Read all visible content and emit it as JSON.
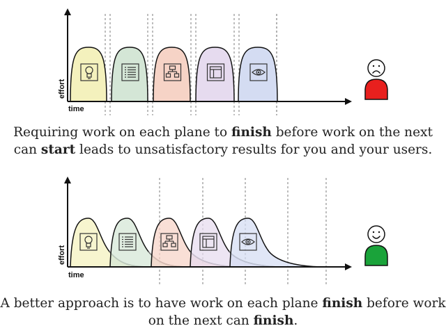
{
  "top": {
    "y_axis_label": "effort",
    "x_axis_label": "time",
    "caption": [
      {
        "text": "Requiring work on each plane to ",
        "bold": false
      },
      {
        "text": "finish",
        "bold": true
      },
      {
        "text": " before work on the next can ",
        "bold": false
      },
      {
        "text": "start",
        "bold": true
      },
      {
        "text": " leads to unsatisfactory results for you and your users.",
        "bold": false
      }
    ],
    "person_mood": "sad",
    "person_color": "#e8201e"
  },
  "bottom": {
    "y_axis_label": "effort",
    "x_axis_label": "time",
    "caption": [
      {
        "text": "A better approach is to have work on each plane ",
        "bold": false
      },
      {
        "text": "finish",
        "bold": true
      },
      {
        "text": " before work on the next can ",
        "bold": false
      },
      {
        "text": "finish",
        "bold": true
      },
      {
        "text": ".",
        "bold": false
      }
    ],
    "person_mood": "happy",
    "person_color": "#1aa33a"
  },
  "planes": [
    {
      "icon": "lightbulb-icon",
      "color": "#f4f1bd"
    },
    {
      "icon": "list-icon",
      "color": "#d4e6d6"
    },
    {
      "icon": "sitemap-icon",
      "color": "#f6d3c6"
    },
    {
      "icon": "wireframe-icon",
      "color": "#e6dbef"
    },
    {
      "icon": "eye-icon",
      "color": "#d4dcf2"
    }
  ]
}
